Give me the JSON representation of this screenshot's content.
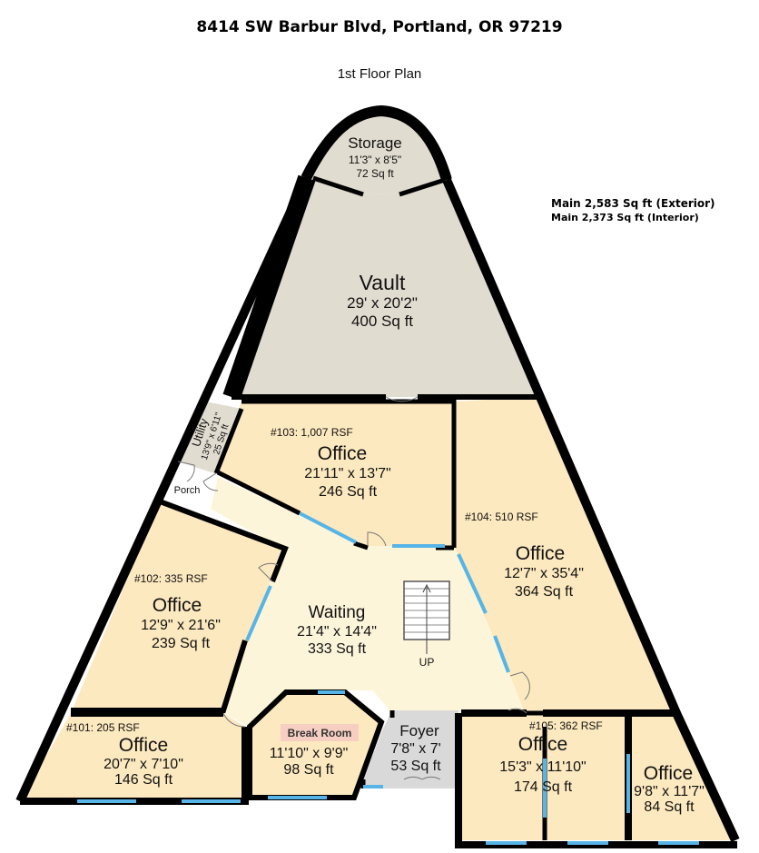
{
  "address": "8414 SW Barbur Blvd, Portland, OR 97219",
  "floor_label": "1st Floor Plan",
  "summary": {
    "exterior": "Main 2,583 Sq ft (Exterior)",
    "interior": "Main 2,373 Sq ft (Interior)"
  },
  "rooms": {
    "storage": {
      "name": "Storage",
      "dims": "11'3\" x 8'5\"",
      "area": "72 Sq ft"
    },
    "vault": {
      "name": "Vault",
      "dims": "29' x 20'2\"",
      "area": "400 Sq ft"
    },
    "utility": {
      "name": "Utility",
      "dims": "13'9\" x 6'11\"",
      "area": "25 Sq ft"
    },
    "porch": {
      "name": "Porch"
    },
    "office103": {
      "rsf": "#103: 1,007 RSF",
      "name": "Office",
      "dims": "21'11\" x 13'7\"",
      "area": "246 Sq ft"
    },
    "office104": {
      "rsf": "#104: 510 RSF",
      "name": "Office",
      "dims": "12'7\" x 35'4\"",
      "area": "364 Sq ft"
    },
    "office102": {
      "rsf": "#102: 335 RSF",
      "name": "Office",
      "dims": "12'9\" x 21'6\"",
      "area": "239 Sq ft"
    },
    "waiting": {
      "name": "Waiting",
      "dims": "21'4\" x 14'4\"",
      "area": "333 Sq ft"
    },
    "stairs": {
      "label": "UP"
    },
    "office101": {
      "rsf": "#101: 205 RSF",
      "name": "Office",
      "dims": "20'7\" x 7'10\"",
      "area": "146 Sq ft"
    },
    "breakroom": {
      "name": "Break Room",
      "dims": "11'10\" x 9'9\"",
      "area": "98 Sq ft"
    },
    "foyer": {
      "name": "Foyer",
      "dims": "7'8\" x 7'",
      "area": "53 Sq ft"
    },
    "office105": {
      "rsf": "#105: 362 RSF",
      "name": "Office",
      "dims": "15'3\" x 11'10\"",
      "area": "174 Sq ft"
    },
    "office105b": {
      "name": "Office",
      "dims": "9'8\" x 11'7\"",
      "area": "84 Sq ft"
    }
  },
  "colors": {
    "wall": "#000000",
    "window": "#56b4e6",
    "office_fill": "#fde9bf",
    "waiting_fill": "#fdf5da",
    "vault_fill": "#e1dcd0",
    "foyer_fill": "#d9d9d9",
    "porch_fill": "#ffffff",
    "breakroom_label_bg": "#f6cfc2"
  }
}
